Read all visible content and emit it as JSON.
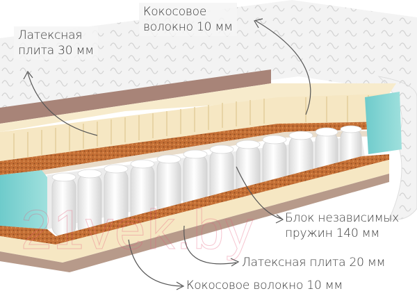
{
  "diagram": {
    "type": "product-cross-section",
    "subject": "mattress",
    "labels": [
      {
        "id": "latex_top",
        "lines": [
          "Латексная",
          "плита 30 мм"
        ]
      },
      {
        "id": "coconut_top",
        "lines": [
          "Кокосовое",
          "волокно 10 мм"
        ]
      },
      {
        "id": "springs",
        "lines": [
          "Блок независимых",
          "пружин 140 мм"
        ]
      },
      {
        "id": "latex_bottom",
        "lines": [
          "Латексная плита 20 мм"
        ]
      },
      {
        "id": "coconut_bottom",
        "lines": [
          "Кокосовое волокно 10 мм"
        ]
      }
    ],
    "watermark": "21vek.by"
  },
  "colors": {
    "cover": "#f2f2f2",
    "cover_quilt": "#d8d8d8",
    "latex": "#f6e7c3",
    "latex_shadow": "#e8d3a4",
    "coconut": "#c0692e",
    "coconut_dark": "#8e4a1e",
    "felt": "#e9dcc9",
    "base_brown": "#b79a8a",
    "top_brown": "#a88478",
    "side_foam": "#7fd3d3",
    "spring": "#ffffff",
    "spring_shadow": "#d9d9d9",
    "label_text": "#3a3a3a",
    "arrow": "#555555"
  }
}
